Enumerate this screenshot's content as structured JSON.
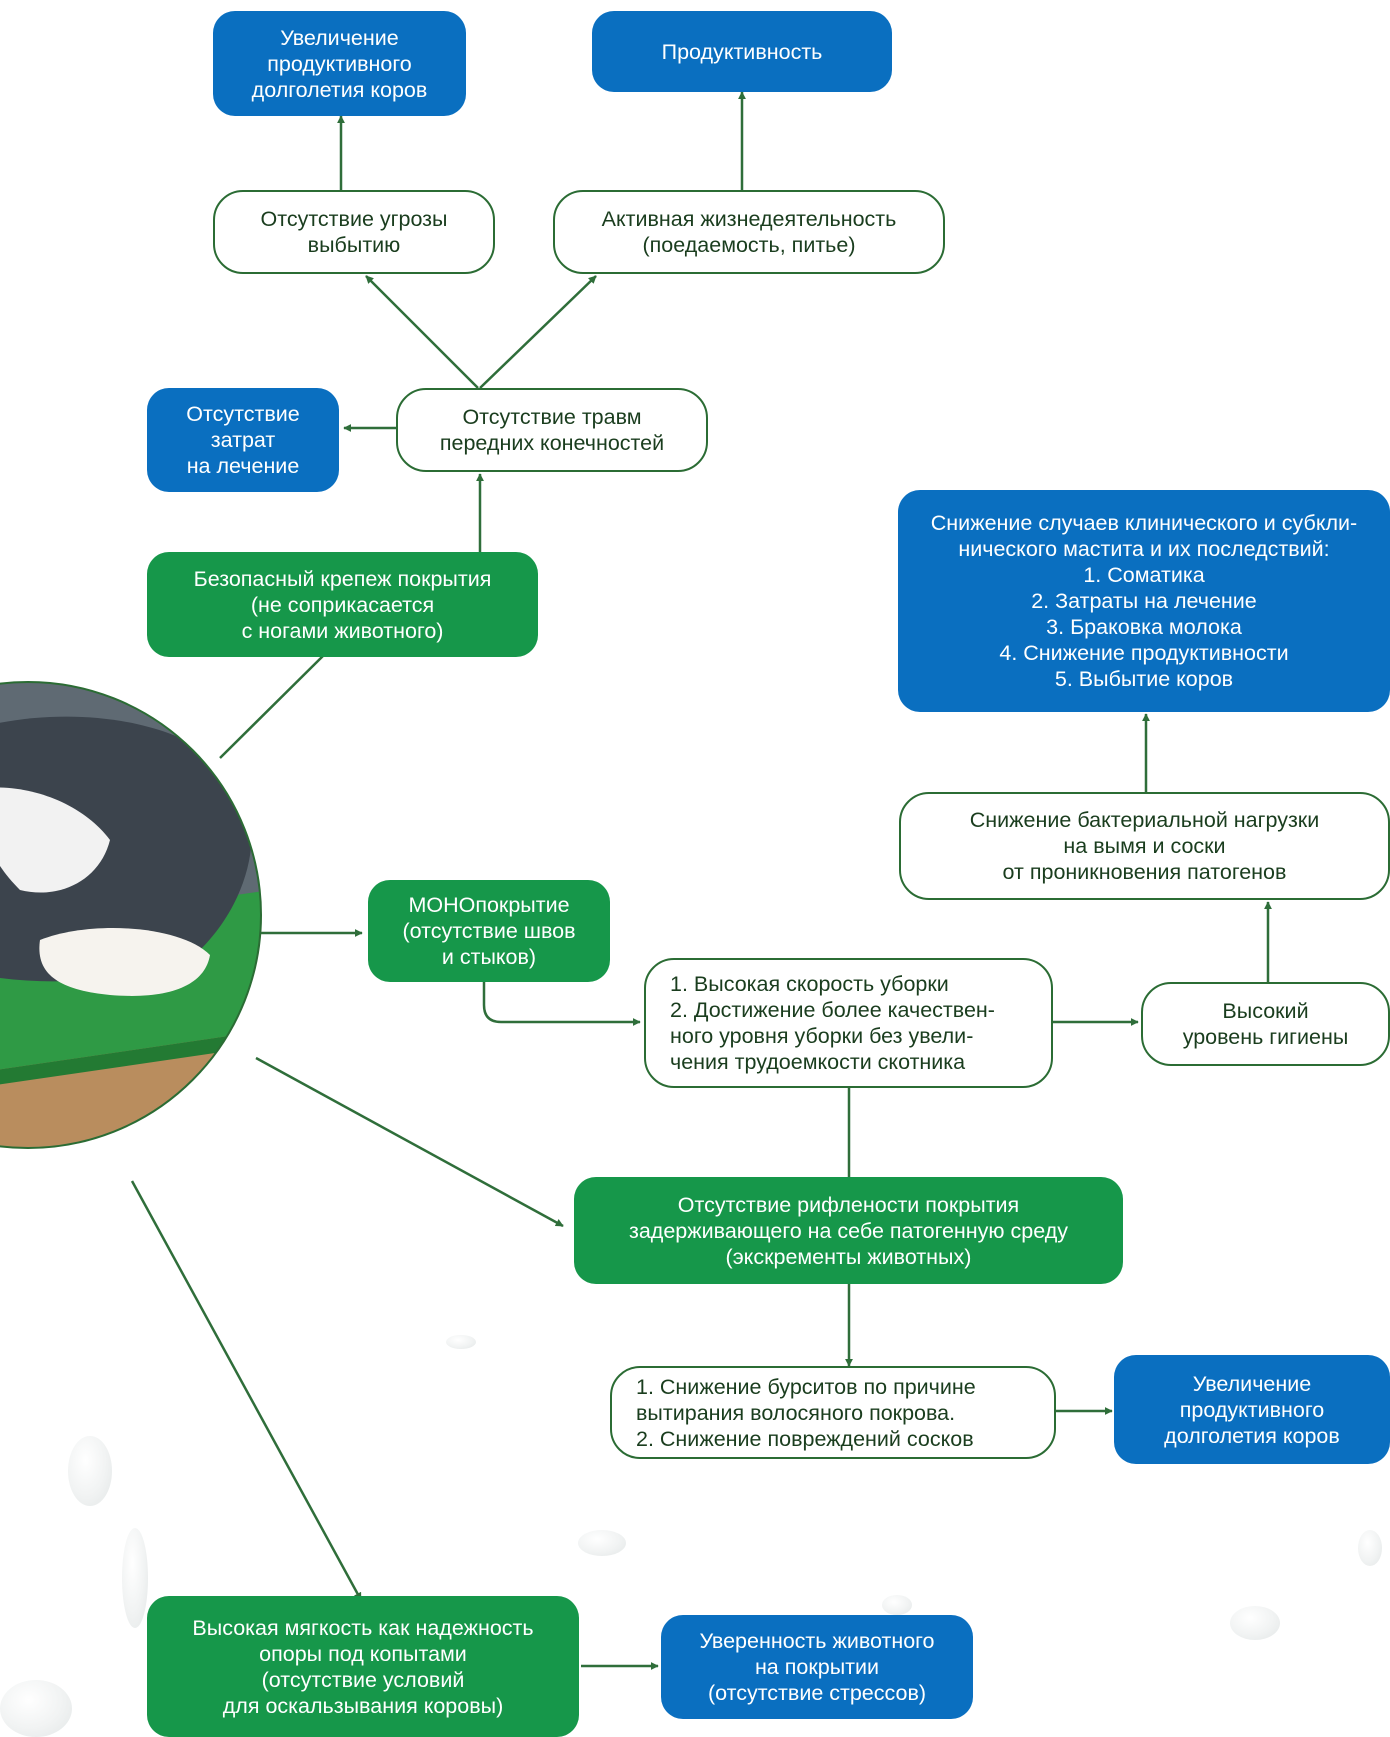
{
  "colors": {
    "blue": "#0a6fc0",
    "green": "#16974a",
    "outline": "#2b6c34",
    "arrow": "#2f6e3a"
  },
  "photo": {
    "subject": "cow-lying-on-green-mat-photo"
  },
  "nodes": {
    "longevity_top": "Увеличение\nпродуктивного\nдолголетия коров",
    "productivity": "Продуктивность",
    "no_culling_threat": "Отсутствие угрозы\nвыбытию",
    "active_life": "Активная жизнедеятельность\n(поедаемость, питье)",
    "no_treatment_costs": "Отсутствие\nзатрат\nна лечение",
    "no_forelimb_injuries": "Отсутствие травм\nпередних конечностей",
    "safe_fastening": "Безопасный крепеж покрытия\n(не соприкасается\nс ногами животного)",
    "mastitis_reduction": "Снижение случаев клинического и субкли-\nнического мастита и их последствий:\n1. Соматика\n2. Затраты на лечение\n3. Браковка молока\n4. Снижение продуктивности\n5. Выбытие коров",
    "bacterial_load": "Снижение бактериальной нагрузки\nна вымя и соски\nот проникновения патогенов",
    "mono_cover": "МОНОпокрытие\n(отсутствие швов\nи стыков)",
    "cleaning": "1.  Высокая скорость уборки\n2. Достижение более качествен-\n    ного уровня уборки без увели-\n    чения трудоемкости скотника",
    "hygiene": "Высокий\nуровень гигиены",
    "no_corrugation": "Отсутствие рифлености покрытия\nзадерживающего на себе патогенную среду\n(экскременты животных)",
    "bursitis": "1. Снижение бурситов по причине\n    вытирания волосяного покрова.\n2. Снижение повреждений сосков",
    "longevity_bottom": "Увеличение\nпродуктивного\nдолголетия коров",
    "softness": "Высокая мягкость как надежность\nопоры под копытами\n(отсутствие условий\nдля оскальзывания коровы)",
    "confidence": "Уверенность животного\nна покрытии\n(отсутствие стрессов)"
  }
}
